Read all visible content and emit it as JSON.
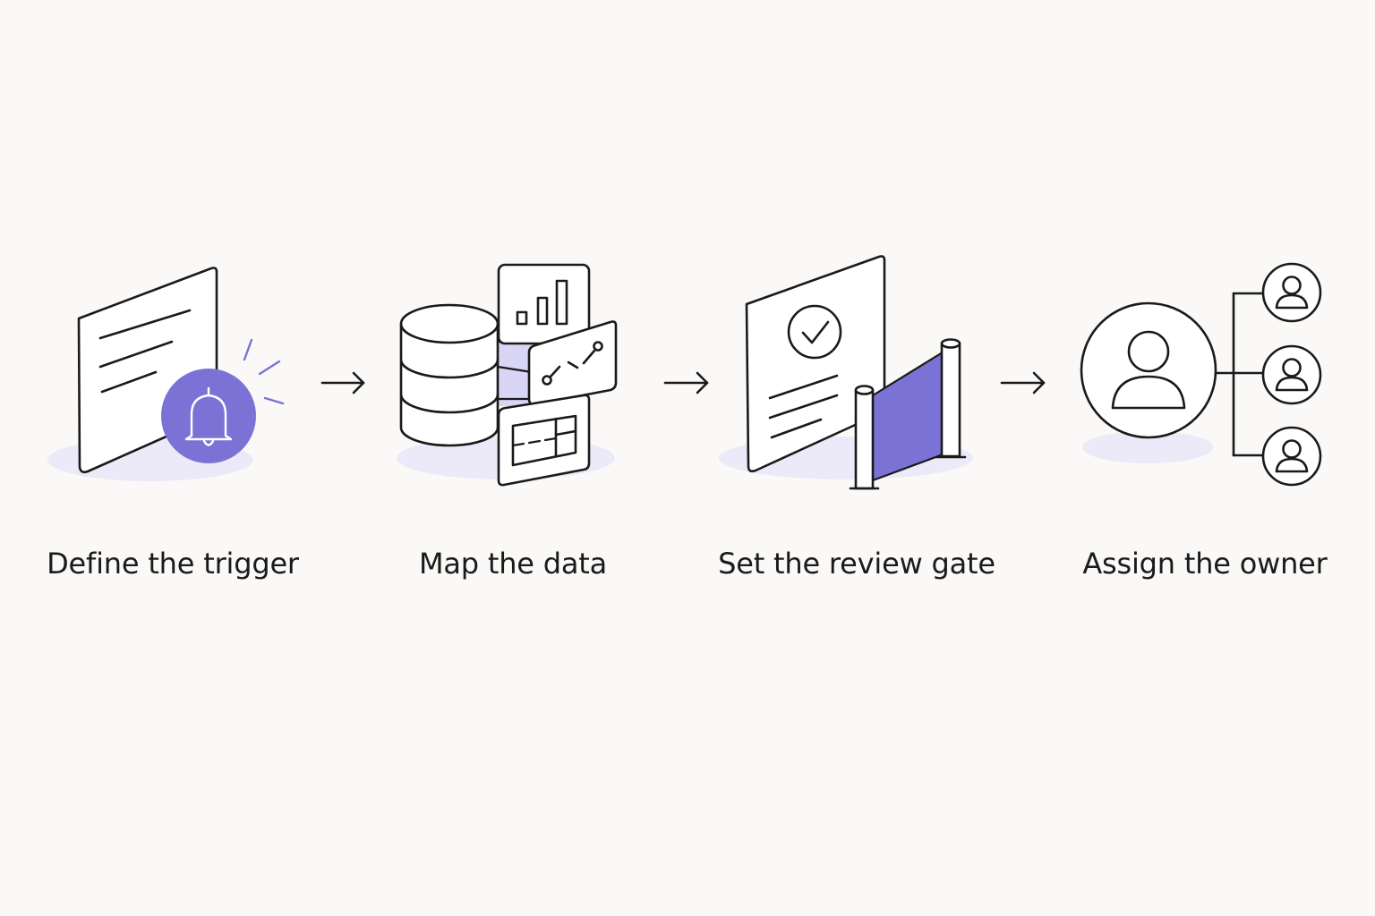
{
  "colors": {
    "background": "#faf9f7",
    "stroke": "#1a1a1a",
    "accent": "#7b72d6",
    "accent_light": "#d9d5f4",
    "shadow": "#ece9f8"
  },
  "steps": [
    {
      "label": "Define the trigger",
      "icon": "document-bell-icon"
    },
    {
      "label": "Map the data",
      "icon": "database-charts-icon"
    },
    {
      "label": "Set the review gate",
      "icon": "document-check-gate-icon"
    },
    {
      "label": "Assign the owner",
      "icon": "user-tree-icon"
    }
  ],
  "connectors": [
    {
      "icon": "arrow-right-icon"
    },
    {
      "icon": "arrow-right-icon"
    },
    {
      "icon": "arrow-right-icon"
    }
  ]
}
